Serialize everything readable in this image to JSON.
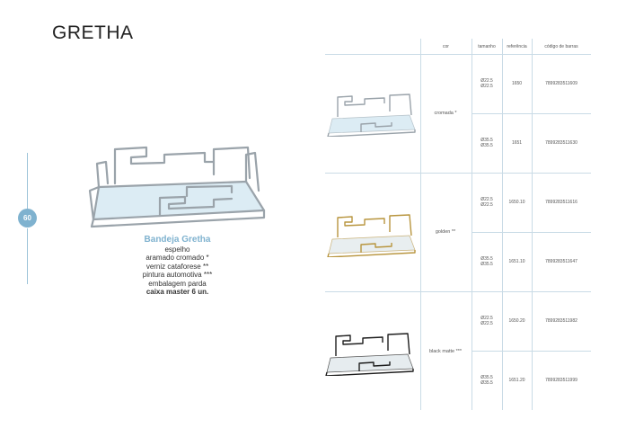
{
  "page": {
    "title": "GRETHA",
    "page_number": "60"
  },
  "product": {
    "name": "Bandeja Gretha",
    "lines": [
      "espelho",
      "aramado cromado *",
      "verniz cataforese **",
      "pintura automotiva ***",
      "embalagem parda"
    ],
    "master": "caixa master 6 un."
  },
  "table": {
    "headers": {
      "cor": "cor",
      "tamanho": "tamanho",
      "referencia": "referência",
      "codigo": "código de barras"
    },
    "groups": [
      {
        "color": "cromada *",
        "finish": "chrome",
        "rows": [
          {
            "size1": "Ø22.5",
            "size2": "Ø22.5",
            "ref": "1650",
            "barcode": "7899283511609"
          },
          {
            "size1": "Ø35.5",
            "size2": "Ø35.5",
            "ref": "1651",
            "barcode": "7899283511630"
          }
        ]
      },
      {
        "color": "golden **",
        "finish": "gold",
        "rows": [
          {
            "size1": "Ø22.5",
            "size2": "Ø22.5",
            "ref": "1650.10",
            "barcode": "7899283511616"
          },
          {
            "size1": "Ø35.5",
            "size2": "Ø35.5",
            "ref": "1651.10",
            "barcode": "7899283511647"
          }
        ]
      },
      {
        "color": "black matte ***",
        "finish": "black",
        "rows": [
          {
            "size1": "Ø22.5",
            "size2": "Ø22.5",
            "ref": "1650.20",
            "barcode": "7899283511982"
          },
          {
            "size1": "Ø35.5",
            "size2": "Ø35.5",
            "ref": "1651.20",
            "barcode": "7899283511999"
          }
        ]
      }
    ]
  },
  "colors": {
    "accent": "#7fb2cf",
    "rule": "#c9dbe6",
    "chrome": "#9aa3aa",
    "gold": "#b8953e",
    "black": "#1e1e1e",
    "mirror": "#dcecf4"
  }
}
